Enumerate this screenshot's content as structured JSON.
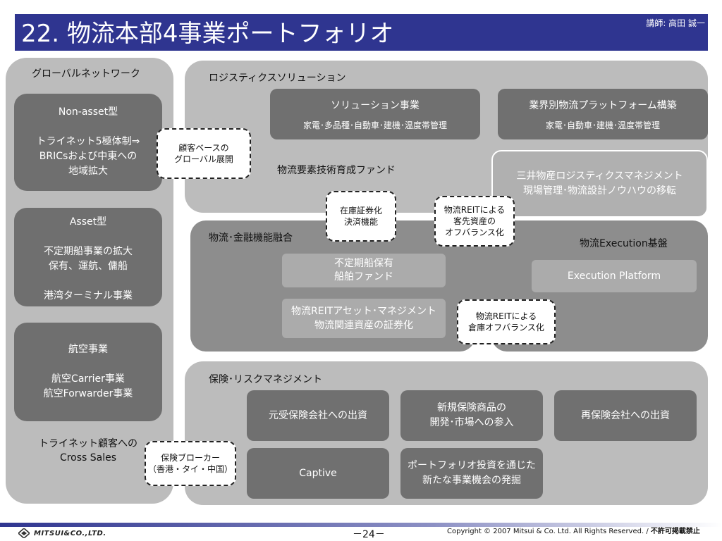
{
  "header": {
    "title": "22. 物流本部4事業ポートフォリオ",
    "lecturer": "講師: 高田 誠一"
  },
  "left": {
    "title": "グローバルネットワーク",
    "nonasset": {
      "lines": [
        "Non-asset型",
        "",
        "トライネット5極体制⇒",
        "BRICsおよび中東への",
        "地域拡大"
      ]
    },
    "asset": {
      "lines": [
        "Asset型",
        "",
        "不定期船事業の拡大",
        "保有、運航、傭船",
        "",
        "港湾ターミナル事業"
      ]
    },
    "air": {
      "lines": [
        "航空事業",
        "",
        "航空Carrier事業",
        "航空Forwarder事業"
      ]
    },
    "crosssales": {
      "lines": [
        "トライネット顧客への",
        "Cross Sales"
      ]
    }
  },
  "notes": {
    "global": {
      "lines": [
        "顧客ベースの",
        "グローバル展開"
      ]
    },
    "inventory": {
      "lines": [
        "在庫証券化",
        "決済機能"
      ]
    },
    "reit1": {
      "lines": [
        "物流REITによる",
        "客先資産の",
        "オフバランス化"
      ]
    },
    "reit2": {
      "lines": [
        "物流REITによる",
        "倉庫オフバランス化"
      ]
    },
    "broker": {
      "lines": [
        "保険ブローカー",
        "（香港・タイ・中国）"
      ]
    }
  },
  "logistics": {
    "title": "ロジスティクスソリューション",
    "solution": {
      "title": "ソリューション事業",
      "sub": "家電･多品種･自動車･建機･温度帯管理"
    },
    "platform": {
      "title": "業界別物流プラットフォーム構築",
      "sub": "家電･自動車･建機･温度帯管理"
    },
    "fund": "物流要素技術育成ファンド",
    "mitsui": {
      "lines": [
        "三井物産ロジスティクスマネジメント",
        "現場管理･物流設計ノウハウの移転"
      ]
    }
  },
  "finance": {
    "title": "物流･金融機能融合",
    "ship": {
      "lines": [
        "不定期船保有",
        "船舶ファンド"
      ]
    },
    "reit": {
      "lines": [
        "物流REITアセット･マネジメント",
        "物流関連資産の証券化"
      ]
    }
  },
  "execution": {
    "title": "物流Execution基盤",
    "platform": "Execution Platform"
  },
  "insurance": {
    "title": "保険･リスクマネジメント",
    "b1": {
      "lines": [
        "元受保険会社への出資"
      ]
    },
    "b2": {
      "lines": [
        "新規保険商品の",
        "開発･市場への参入"
      ]
    },
    "b3": {
      "lines": [
        "再保険会社への出資"
      ]
    },
    "b4": {
      "lines": [
        "Captive"
      ]
    },
    "b5": {
      "lines": [
        "ポートフォリオ投資を通じた",
        "新たな事業機会の発掘"
      ]
    }
  },
  "footer": {
    "logo": "MITSUI&CO.,LTD.",
    "page": "－24－",
    "copyright": "Copyright © 2007 Mitsui & Co. Ltd. All Rights Reserved. / ",
    "restricted": "不許可掲載禁止"
  },
  "colors": {
    "header": "#2f3590",
    "panel": "#bcbcbc",
    "box": "#707070",
    "darkpanel": "#8d8d8d"
  }
}
